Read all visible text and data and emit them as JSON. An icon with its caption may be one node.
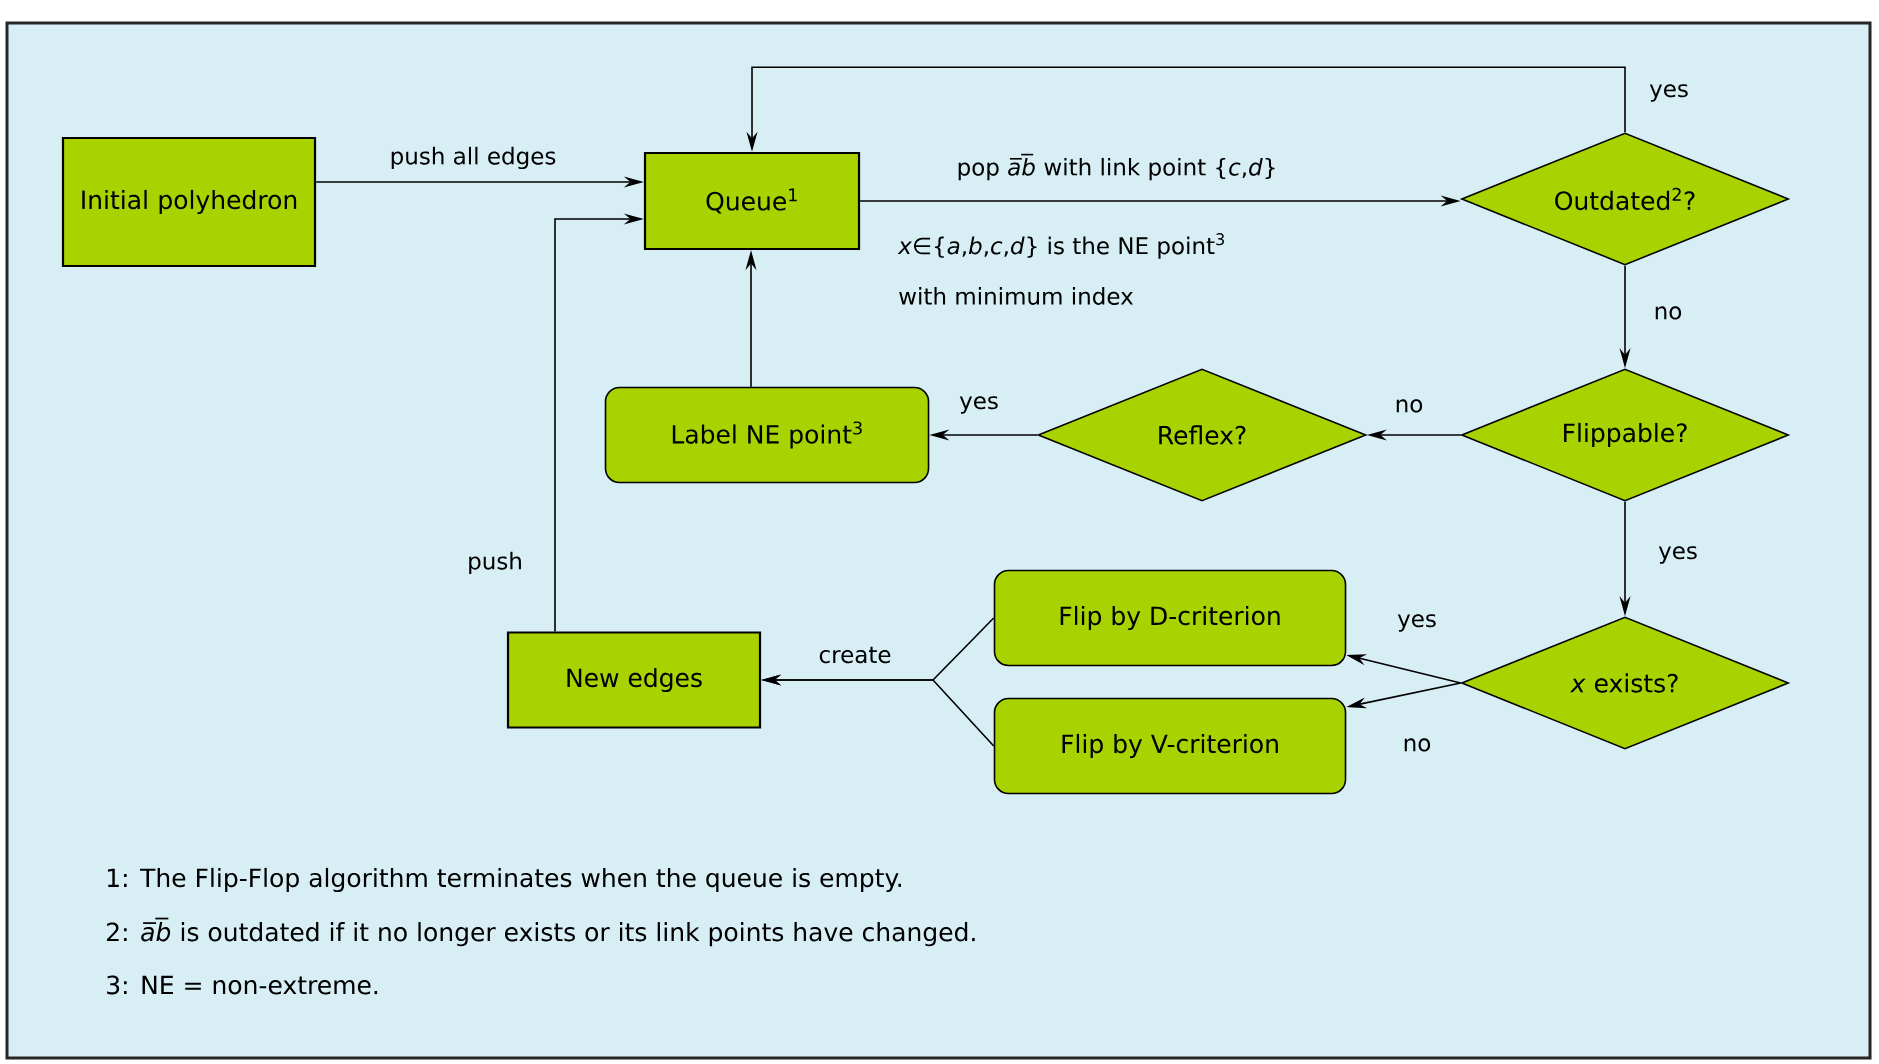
{
  "diagram": {
    "nodes": [
      {
        "text": [
          "Initial polyhedron"
        ]
      },
      {
        "text": [
          "Queue$^{1}$"
        ]
      },
      {
        "text": [
          "Outdated$^{2}$?"
        ]
      },
      {
        "text": [
          "Label NE point$^{3}$"
        ]
      },
      {
        "text": [
          "Reflex?"
        ]
      },
      {
        "text": [
          "Flippable?"
        ]
      },
      {
        "text": [
          "Flip by D-criterion"
        ]
      },
      {
        "text": [
          "*x* exists?"
        ]
      },
      {
        "text": [
          "New edges"
        ]
      },
      {
        "text": [
          "Flip by V-criterion"
        ]
      }
    ],
    "edges": [
      {
        "from": 0,
        "to": 1,
        "arrow": "to",
        "label": "push all edges"
      },
      {
        "from": 1,
        "to": 2,
        "arrow": "to",
        "label": "pop *a̅b̅* with link point {*c*,*d*}"
      },
      {
        "from": 2,
        "to": 1,
        "arrow": "to",
        "label": "yes"
      },
      {
        "from": 2,
        "to": 5,
        "arrow": "to",
        "label": "no"
      },
      {
        "from": 5,
        "to": 4,
        "arrow": "to",
        "label": "no"
      },
      {
        "from": 4,
        "to": 3,
        "arrow": "to",
        "label": "yes"
      },
      {
        "from": 3,
        "to": 1,
        "arrow": "to"
      },
      {
        "from": 5,
        "to": 7,
        "arrow": "to",
        "label": "yes"
      },
      {
        "from": 7,
        "to": 6,
        "arrow": "to",
        "label": "yes"
      },
      {
        "from": 7,
        "to": 9,
        "arrow": "to",
        "label": "no"
      },
      {
        "from": 6,
        "to": 8,
        "arrow": "to",
        "label": "create"
      },
      {
        "from": 9,
        "to": 8,
        "arrow": "to"
      },
      {
        "from": 8,
        "to": 1,
        "arrow": "to",
        "label": "push"
      }
    ],
    "labels": [
      "*x*∈{*a*,*b*,*c*,*d*} is the NE point$^{3}$",
      "with minimum index",
      "1: The Flip-Flop algorithm terminates when the queue is empty.",
      "2: *a̅b̅* is outdated if it no longer exists or its link points have changed.",
      "3: NE = non-extreme."
    ]
  }
}
